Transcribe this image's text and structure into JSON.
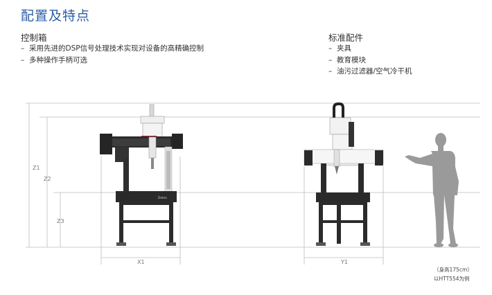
{
  "title": "配置及特点",
  "left_section": {
    "heading": "控制箱",
    "items": [
      "采用先进的DSP信号处理技术实现对设备的高精确控制",
      "多种操作手柄可选"
    ]
  },
  "right_section": {
    "heading": "标准配件",
    "items": [
      "夹具",
      "教育模块",
      "油污过滤器/空气冷干机"
    ]
  },
  "diagram": {
    "dims": {
      "z1": "Z1",
      "z2": "Z2",
      "z3": "Z3",
      "x1": "X1",
      "y1": "Y1"
    },
    "brand": "Dekin",
    "caption_height": "（身高175cm）",
    "caption_model": "以HTT554为例"
  },
  "colors": {
    "title": "#2a5ea8",
    "machine_dark": "#2b2b2b",
    "person": "#9a9a9a"
  }
}
